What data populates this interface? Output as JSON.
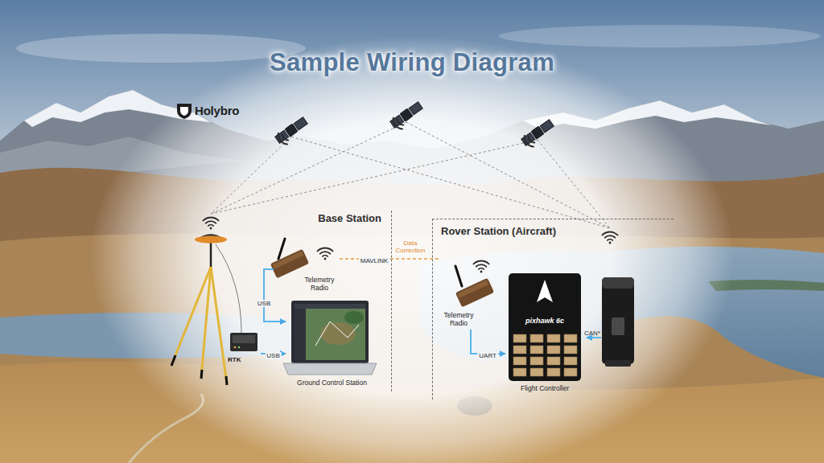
{
  "diagram": {
    "title": "Sample Wiring Diagram",
    "nodes": [
      {
        "text": [
          "Base Station"
        ]
      },
      {
        "text": [
          "Telemetry Radio"
        ],
        "in": 0
      },
      {
        "text": [
          "RTK"
        ],
        "in": 0
      },
      {
        "text": [
          "Ground Control Station"
        ],
        "in": 0
      },
      {
        "text": [
          "Rover Station (Aircraft)"
        ]
      },
      {
        "text": [
          "Telemetry Radio"
        ],
        "in": 4
      },
      {
        "text": [
          "pixhawk 6c",
          "Flight Controller"
        ],
        "in": 4
      }
    ],
    "edges": [
      {
        "from": 1,
        "to": 5,
        "label": "MAVLINK",
        "arrow": "none"
      },
      {
        "from": 2,
        "to": 3,
        "label": "USB",
        "arrow": "to"
      },
      {
        "from": 1,
        "to": 3,
        "label": "USB",
        "arrow": "to"
      },
      {
        "from": 5,
        "to": 6,
        "label": "UART",
        "arrow": "to"
      }
    ],
    "labels": [
      "Holybro",
      "Data Correction",
      "CAN*"
    ]
  }
}
